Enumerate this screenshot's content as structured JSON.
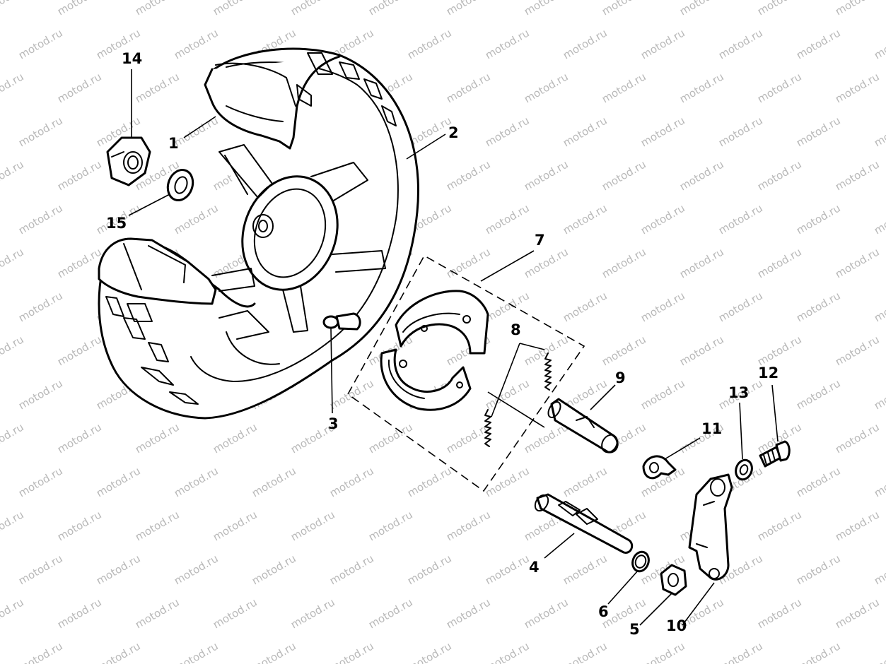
{
  "diagram": {
    "watermark_text": "motod.ru",
    "callouts": [
      {
        "id": "1",
        "label": "1"
      },
      {
        "id": "2",
        "label": "2"
      },
      {
        "id": "3",
        "label": "3"
      },
      {
        "id": "4",
        "label": "4"
      },
      {
        "id": "5",
        "label": "5"
      },
      {
        "id": "6",
        "label": "6"
      },
      {
        "id": "7",
        "label": "7"
      },
      {
        "id": "8",
        "label": "8"
      },
      {
        "id": "9",
        "label": "9"
      },
      {
        "id": "10",
        "label": "10"
      },
      {
        "id": "11",
        "label": "11"
      },
      {
        "id": "12",
        "label": "12"
      },
      {
        "id": "13",
        "label": "13"
      },
      {
        "id": "14",
        "label": "14"
      },
      {
        "id": "15",
        "label": "15"
      }
    ],
    "colors": {
      "line": "#000000",
      "background": "#ffffff",
      "watermark": "#b9b9b9"
    }
  }
}
